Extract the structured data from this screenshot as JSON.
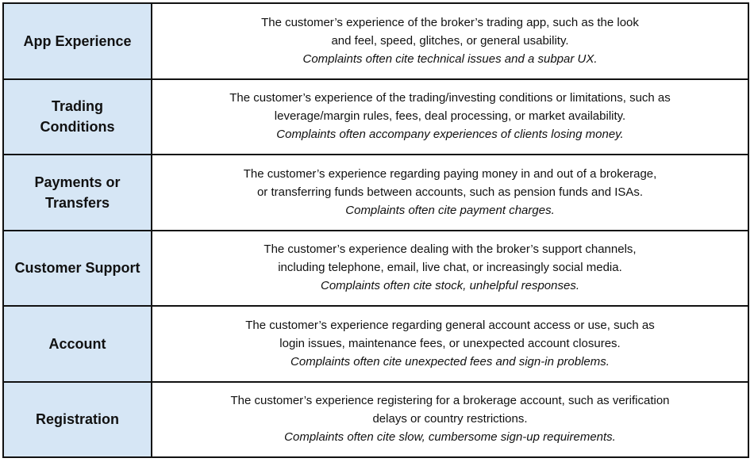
{
  "rows": [
    {
      "label": "App Experience",
      "lines": [
        "The customer’s experience of the broker’s trading app, such as the look",
        "and feel, speed, glitches, or general usability."
      ],
      "note": "Complaints often cite technical issues and a subpar UX."
    },
    {
      "label_lines": [
        "Trading",
        "Conditions"
      ],
      "lines": [
        "The customer’s experience of the trading/investing conditions or limitations, such as",
        "leverage/margin rules, fees, deal processing, or market availability."
      ],
      "note": "Complaints often accompany experiences of clients losing money."
    },
    {
      "label_lines": [
        "Payments or",
        "Transfers"
      ],
      "lines": [
        "The customer’s experience regarding paying money in and out of a brokerage,",
        "or transferring funds between accounts, such as pension funds and ISAs."
      ],
      "note": "Complaints often cite payment charges."
    },
    {
      "label": "Customer Support",
      "lines": [
        "The customer’s experience dealing with the broker’s support channels,",
        "including telephone, email, live chat, or increasingly social media."
      ],
      "note": "Complaints often cite stock, unhelpful responses."
    },
    {
      "label": "Account",
      "lines": [
        "The customer’s experience regarding general account access or use, such as",
        "login issues, maintenance fees, or unexpected account closures."
      ],
      "note": "Complaints often cite unexpected fees and sign-in problems."
    },
    {
      "label": "Registration",
      "lines": [
        "The customer’s experience registering for a brokerage account, such as verification",
        "delays or country restrictions."
      ],
      "note": "Complaints often cite slow, cumbersome sign-up requirements."
    }
  ]
}
